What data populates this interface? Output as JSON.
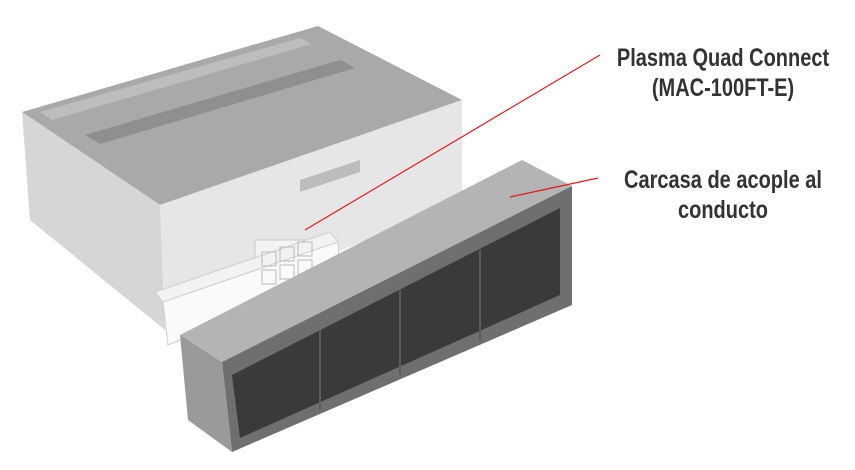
{
  "callouts": [
    {
      "line1": "Plasma Quad Connect",
      "line2": "(MAC-100FT-E)"
    },
    {
      "line1": "Carcasa de acople al",
      "line2": "conducto"
    }
  ],
  "colors": {
    "leader_line": "#e31b23",
    "label_text": "#333333"
  }
}
